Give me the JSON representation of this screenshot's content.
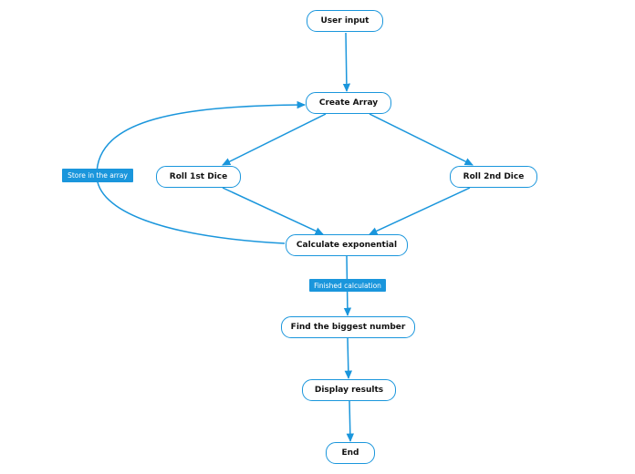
{
  "colors": {
    "accent": "#1a96dc",
    "node_fill": "#ffffff",
    "node_text": "#111111",
    "tag_text": "#ffffff"
  },
  "diagram": {
    "nodes": {
      "user_input": "User input",
      "create_array": "Create Array",
      "roll_1st_dice": "Roll 1st Dice",
      "roll_2nd_dice": "Roll 2nd Dice",
      "calculate_exponential": "Calculate exponential",
      "find_biggest_number": "Find the biggest number",
      "display_results": "Display results",
      "end": "End"
    },
    "edge_labels": {
      "store_in_array": "Store in the array",
      "finished_calculation": "Finished calculation"
    },
    "edges": [
      {
        "from": "user_input",
        "to": "create_array"
      },
      {
        "from": "create_array",
        "to": "roll_1st_dice"
      },
      {
        "from": "create_array",
        "to": "roll_2nd_dice"
      },
      {
        "from": "roll_1st_dice",
        "to": "calculate_exponential"
      },
      {
        "from": "roll_2nd_dice",
        "to": "calculate_exponential"
      },
      {
        "from": "calculate_exponential",
        "to": "create_array",
        "label": "store_in_array"
      },
      {
        "from": "calculate_exponential",
        "to": "find_biggest_number",
        "label": "finished_calculation"
      },
      {
        "from": "find_biggest_number",
        "to": "display_results"
      },
      {
        "from": "display_results",
        "to": "end"
      }
    ]
  }
}
